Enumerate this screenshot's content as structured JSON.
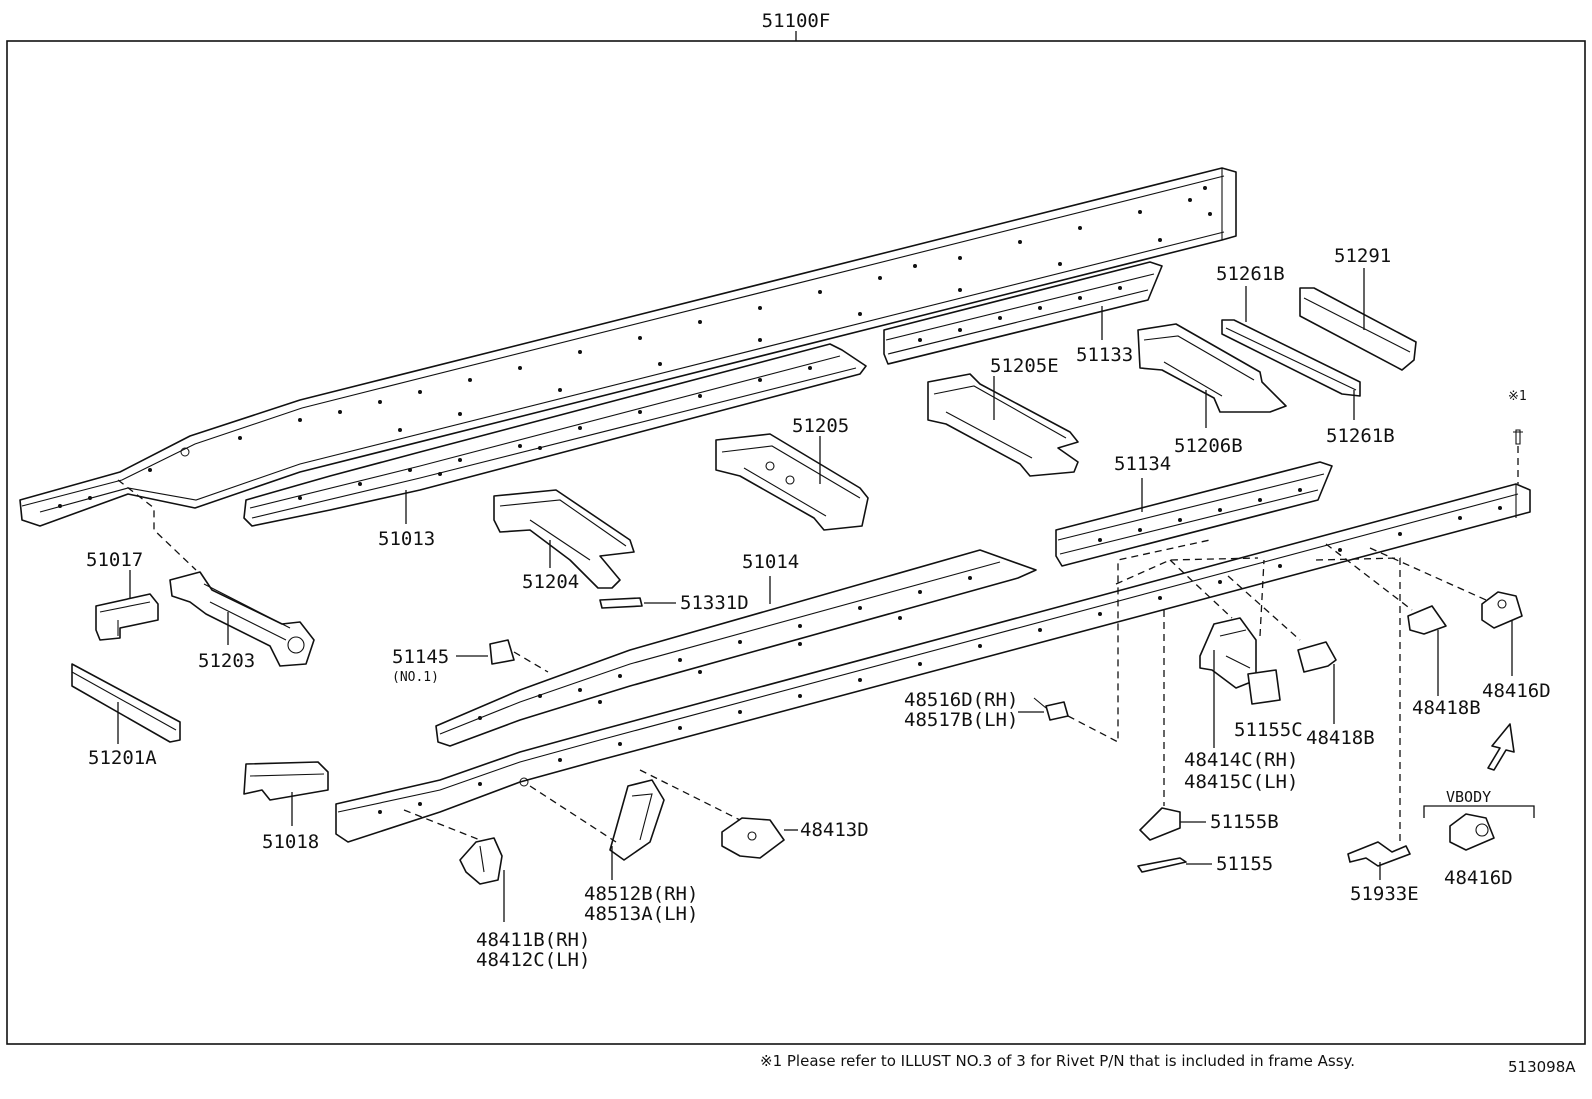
{
  "title_part": "51100F",
  "diagram_code": "513098A",
  "footnote": "※1 Please refer to ILLUST NO.3 of 3 for Rivet P/N that is included in frame Assy.",
  "rivet_marker": "※1",
  "vbody_label": "VBODY",
  "labels": {
    "p51017": "51017",
    "p51203": "51203",
    "p51201A": "51201A",
    "p51018": "51018",
    "p51013": "51013",
    "p51204": "51204",
    "p51331D": "51331D",
    "p51014": "51014",
    "p51145": "51145",
    "p51145_note": "(NO.1)",
    "p51205": "51205",
    "p51205E": "51205E",
    "p51133": "51133",
    "p51206B": "51206B",
    "p51261B_top": "51261B",
    "p51261B_bottom": "51261B",
    "p51291": "51291",
    "p51134": "51134",
    "p48516D": "48516D(RH)",
    "p48517B": "48517B(LH)",
    "p48414C": "48414C(RH)",
    "p48415C": "48415C(LH)",
    "p51155C": "51155C",
    "p48418B_a": "48418B",
    "p48418B_b": "48418B",
    "p48416D_a": "48416D",
    "p48416D_b": "48416D",
    "p51155B": "51155B",
    "p51155": "51155",
    "p51933E": "51933E",
    "p48413D": "48413D",
    "p48512B": "48512B(RH)",
    "p48513A": "48513A(LH)",
    "p48411B": "48411B(RH)",
    "p48412C": "48412C(LH)"
  }
}
